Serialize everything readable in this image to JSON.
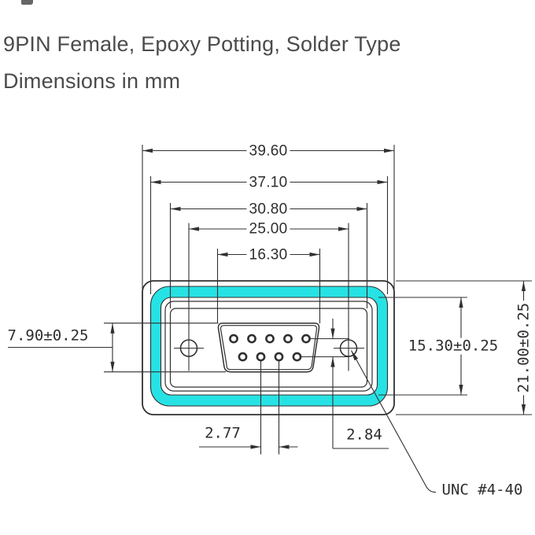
{
  "page": {
    "title_line1": "9PIN Female, Epoxy Potting, Solder Type",
    "title_line2": "Dimensions in mm"
  },
  "drawing": {
    "connector": {
      "type": "D-sub 9-pin female front view",
      "pins_top_row": 5,
      "pins_bottom_row": 4
    },
    "dimensions": {
      "overall_width_mm": "39.60",
      "gasket_width_mm": "37.10",
      "flange_width_mm": "30.80",
      "mount_hole_spacing_mm": "25.00",
      "cutout_width_mm": "16.30",
      "cutout_height_mm": "7.90±0.25",
      "opening_height_mm": "15.30±0.25",
      "body_height_mm": "21.00±0.25",
      "pin_pitch_mm": "2.77",
      "row_pitch_mm": "2.84",
      "mount_thread": "UNC #4-40"
    },
    "colors": {
      "gasket_cyan": "#27e2e4",
      "line": "#303030",
      "title_gray": "#4b4b4b"
    }
  }
}
